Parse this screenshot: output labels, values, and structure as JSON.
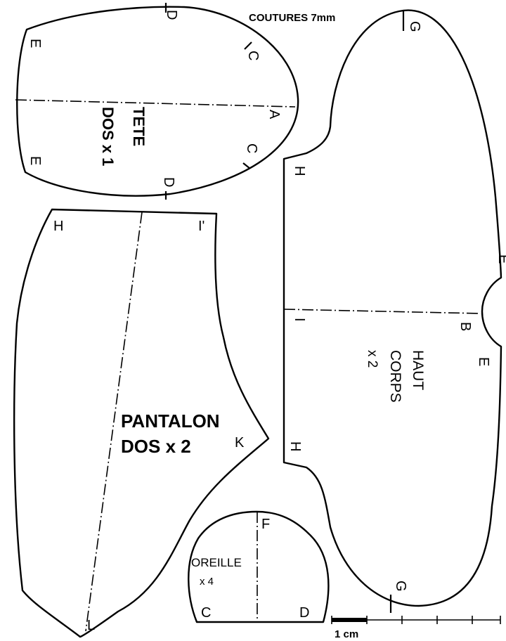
{
  "header": {
    "seams": "COUTURES 7mm"
  },
  "pieces": {
    "head_back": {
      "name_line1": "TETE",
      "name_line2": "DOS x 1",
      "marks": {
        "a": "A",
        "c": "C",
        "d": "D",
        "e": "E"
      }
    },
    "trousers_back": {
      "name_line1": "PANTALON",
      "name_line2": "DOS x 2",
      "marks": {
        "h": "H",
        "i": "I'",
        "k": "K",
        "l": "L"
      }
    },
    "upper_body": {
      "name_line1": "HAUT",
      "name_line2": "CORPS",
      "name_line3": "x 2",
      "marks": {
        "g": "G",
        "h": "H",
        "e": "E",
        "b": "B",
        "i": "I"
      }
    },
    "ear": {
      "name_line1": "OREILLE",
      "name_line2": "x 4",
      "marks": {
        "f": "F",
        "c": "C",
        "d": "D"
      }
    }
  },
  "scale": {
    "label": "1 cm"
  }
}
